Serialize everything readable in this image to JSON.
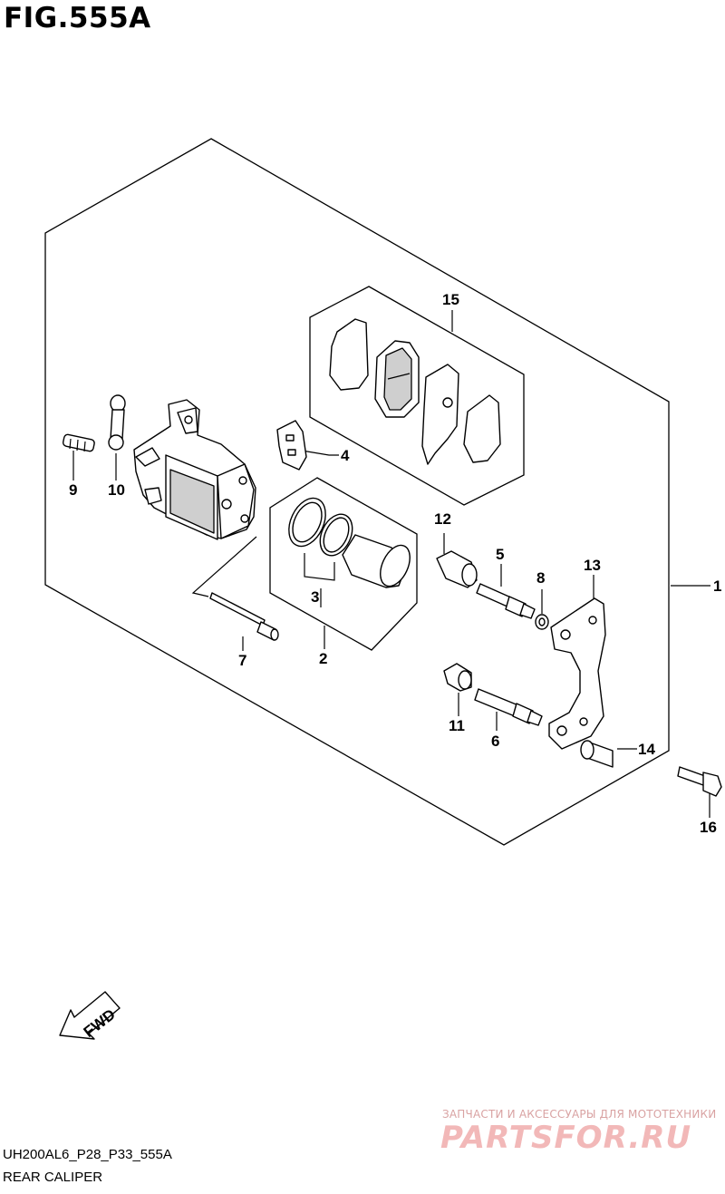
{
  "figure": {
    "title": "FIG.555A"
  },
  "callouts": [
    {
      "id": "c1",
      "label": "1"
    },
    {
      "id": "c2",
      "label": "2"
    },
    {
      "id": "c3",
      "label": "3"
    },
    {
      "id": "c4",
      "label": "4"
    },
    {
      "id": "c5",
      "label": "5"
    },
    {
      "id": "c6",
      "label": "6"
    },
    {
      "id": "c7",
      "label": "7"
    },
    {
      "id": "c8",
      "label": "8"
    },
    {
      "id": "c9",
      "label": "9"
    },
    {
      "id": "c10",
      "label": "10"
    },
    {
      "id": "c11",
      "label": "11"
    },
    {
      "id": "c12",
      "label": "12"
    },
    {
      "id": "c13",
      "label": "13"
    },
    {
      "id": "c14",
      "label": "14"
    },
    {
      "id": "c15",
      "label": "15"
    },
    {
      "id": "c16",
      "label": "16"
    }
  ],
  "fwd_arrow": {
    "label": "FWD"
  },
  "footer": {
    "code": "UH200AL6_P28_P33_555A",
    "name": "REAR CALIPER"
  },
  "watermark": {
    "tagline": "ЗАПЧАСТИ И АКСЕССУАРЫ ДЛЯ МОТОТЕХНИКИ",
    "brand": "PARTSFOR.RU"
  }
}
